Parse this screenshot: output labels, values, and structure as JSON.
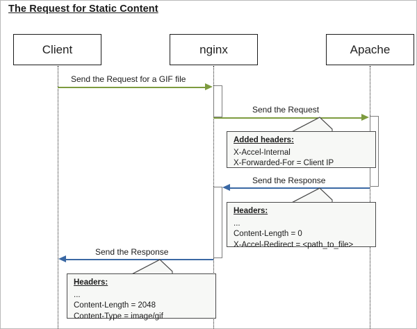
{
  "diagram": {
    "title": "The Request for Static Content",
    "type": "sequence-diagram",
    "colors": {
      "request_arrow": "#7d9b3f",
      "response_arrow": "#3a68a4",
      "box_border": "#1a1a1a",
      "note_border": "#4a4a4a",
      "note_fill": "#f7f8f6",
      "activation_border": "#7b7b7b",
      "text": "#1a1a1a",
      "canvas_border": "#b9b9b9"
    },
    "participants": [
      {
        "id": "client",
        "label": "Client"
      },
      {
        "id": "nginx",
        "label": "nginx"
      },
      {
        "id": "apache",
        "label": "Apache"
      }
    ],
    "messages": [
      {
        "id": "msg-1",
        "label": "Send the Request for a GIF file",
        "from": "client",
        "to": "nginx",
        "direction": "right",
        "kind": "request"
      },
      {
        "id": "msg-2",
        "label": "Send the Request",
        "from": "nginx",
        "to": "apache",
        "direction": "right",
        "kind": "request"
      },
      {
        "id": "msg-3",
        "label": "Send the Response",
        "from": "apache",
        "to": "nginx",
        "direction": "left",
        "kind": "response"
      },
      {
        "id": "msg-4",
        "label": "Send the Response",
        "from": "nginx",
        "to": "client",
        "direction": "left",
        "kind": "response"
      }
    ],
    "notes": [
      {
        "id": "note-added-headers",
        "attached_to": "msg-2",
        "title": "Added headers:",
        "lines": [
          "X-Accel-Internal",
          "X-Forwarded-For  = Client IP"
        ]
      },
      {
        "id": "note-apache-response-headers",
        "attached_to": "msg-3",
        "title": "Headers:",
        "lines": [
          "...",
          "Content-Length  = 0",
          "X-Accel-Redirect = <path_to_file>"
        ]
      },
      {
        "id": "note-client-response-headers",
        "attached_to": "msg-4",
        "title": "Headers:",
        "lines": [
          "...",
          "Content-Length  = 2048",
          "Content-Type  = image/gif"
        ]
      }
    ]
  }
}
